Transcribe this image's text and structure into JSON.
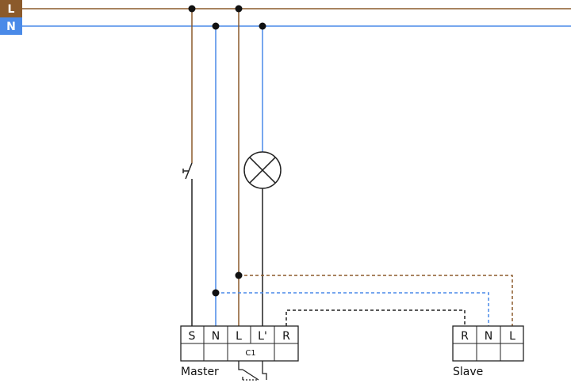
{
  "bus": {
    "line_label": "L",
    "neutral_label": "N"
  },
  "master": {
    "name": "Master",
    "terminals": [
      "S",
      "N",
      "L",
      "L'",
      "R"
    ],
    "contact_label": "C1"
  },
  "slave": {
    "name": "Slave",
    "terminals": [
      "R",
      "N",
      "L"
    ]
  },
  "colors": {
    "line": "#8b5a2b",
    "neutral": "#4a8ae8",
    "black": "#222222",
    "line_tag_bg": "#8b5a2b",
    "neutral_tag_bg": "#4a8ae8",
    "tag_text": "#ffffff"
  },
  "icons": {
    "lamp": "lamp-icon",
    "switch": "push-button-switch-icon",
    "relay_contact": "relay-contact-icon"
  }
}
